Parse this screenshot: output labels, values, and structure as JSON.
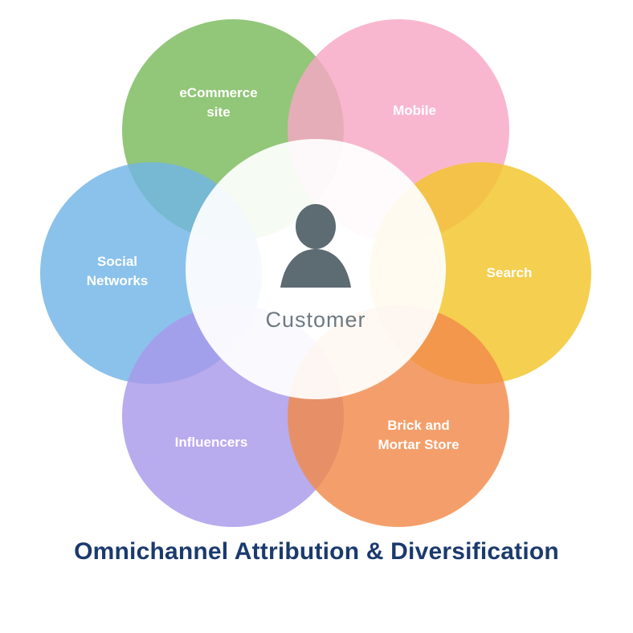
{
  "title": "Omnichannel Attribution & Diversification",
  "title_color": "#1b3a6d",
  "diagram": {
    "center": {
      "label": "Customer",
      "icon": "person-silhouette-icon",
      "icon_color": "#5d6b72",
      "text_color": "#6d7a82"
    },
    "petals": [
      {
        "name": "ecommerce-site",
        "label": "eCommerce\nsite",
        "color": "#7aba5c"
      },
      {
        "name": "mobile",
        "label": "Mobile",
        "color": "#f8a7c4"
      },
      {
        "name": "social-networks",
        "label": "Social\nNetworks",
        "color": "#72b4e6"
      },
      {
        "name": "search",
        "label": "Search",
        "color": "#f3c52a"
      },
      {
        "name": "influencers",
        "label": "Influencers",
        "color": "#a898ea"
      },
      {
        "name": "brick-and-mortar-store",
        "label": "Brick and\nMortar Store",
        "color": "#f18a4a"
      }
    ]
  }
}
